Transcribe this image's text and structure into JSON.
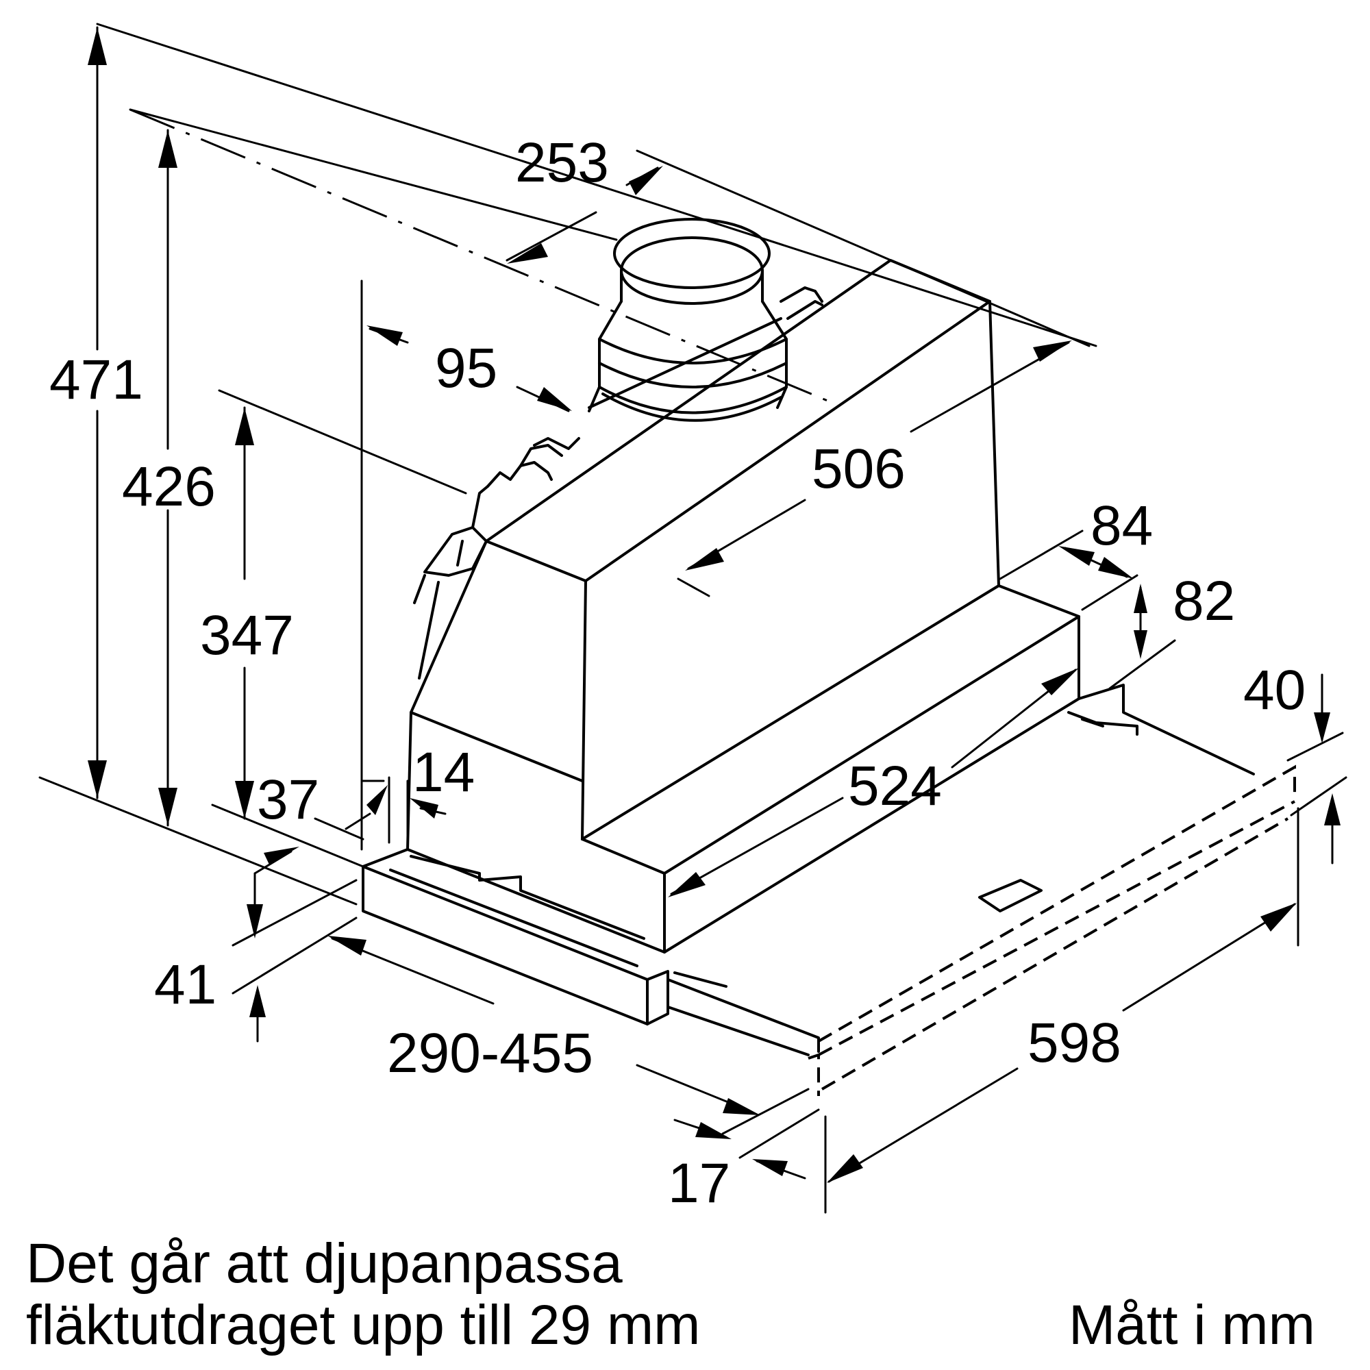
{
  "dimensions": {
    "d471": "471",
    "d426": "426",
    "d347": "347",
    "d253": "253",
    "d95": "95",
    "d506": "506",
    "d84": "84",
    "d82": "82",
    "d40": "40",
    "d524": "524",
    "d14": "14",
    "d37": "37",
    "d41": "41",
    "d290_455": "290-455",
    "d17": "17",
    "d598": "598"
  },
  "notes": {
    "depth_line1": "Det går att djupanpassa",
    "depth_line2": "fläktutdraget upp till 29 mm",
    "units": "Mått i mm"
  }
}
